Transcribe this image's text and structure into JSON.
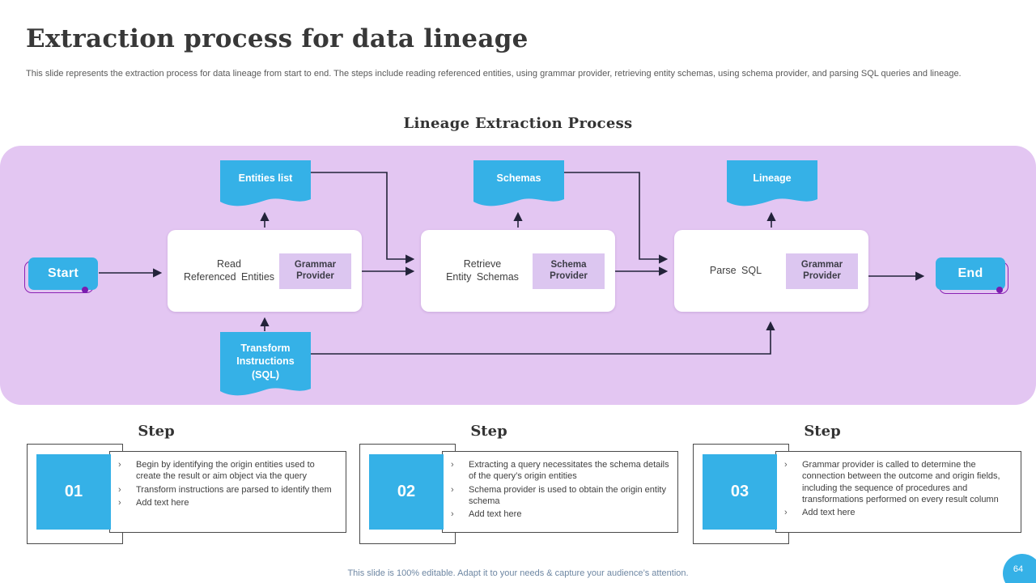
{
  "slide": {
    "title": "Extraction process for data lineage",
    "subtitle": "This slide represents the extraction process for data lineage from start to end. The steps include reading referenced entities, using grammar provider, retrieving entity schemas, using schema provider, and parsing SQL queries and lineage.",
    "diagram_title": "Lineage Extraction Process",
    "footer": "This slide is 100% editable. Adapt it to your needs & capture your audience’s attention.",
    "page_number": "64"
  },
  "colors": {
    "accent_blue": "#35b1e7",
    "panel_lavender": "#e3c6f2",
    "provider_lavender": "#dcc6f0",
    "outline_purple": "#8b22b4",
    "connector_dark": "#23233a"
  },
  "flow": {
    "start_label": "Start",
    "end_label": "End",
    "tabs": [
      {
        "label": "Entities list"
      },
      {
        "label": "Schemas"
      },
      {
        "label": "Lineage"
      },
      {
        "label": "Transform Instructions (SQL)"
      }
    ],
    "processes": [
      {
        "line1": "Read",
        "line2": "Referenced Entities",
        "provider": "Grammar Provider"
      },
      {
        "line1": "Retrieve",
        "line2": "Entity Schemas",
        "provider": "Schema Provider"
      },
      {
        "line1": "Parse SQL",
        "line2": "",
        "provider": "Grammar Provider"
      }
    ]
  },
  "steps": [
    {
      "heading": "Step",
      "number": "01",
      "bullets": [
        "Begin by identifying the origin entities used to create the result or aim object via the query",
        "Transform instructions are parsed to identify them",
        "Add text here"
      ]
    },
    {
      "heading": "Step",
      "number": "02",
      "bullets": [
        "Extracting a query necessitates the schema details of the query’s origin entities",
        "Schema provider is used to obtain the origin entity schema",
        "Add text here"
      ]
    },
    {
      "heading": "Step",
      "number": "03",
      "bullets": [
        "Grammar provider is called to determine the connection between the outcome and origin fields, including the sequence of procedures and transformations performed on every result column",
        "Add text here"
      ]
    }
  ]
}
